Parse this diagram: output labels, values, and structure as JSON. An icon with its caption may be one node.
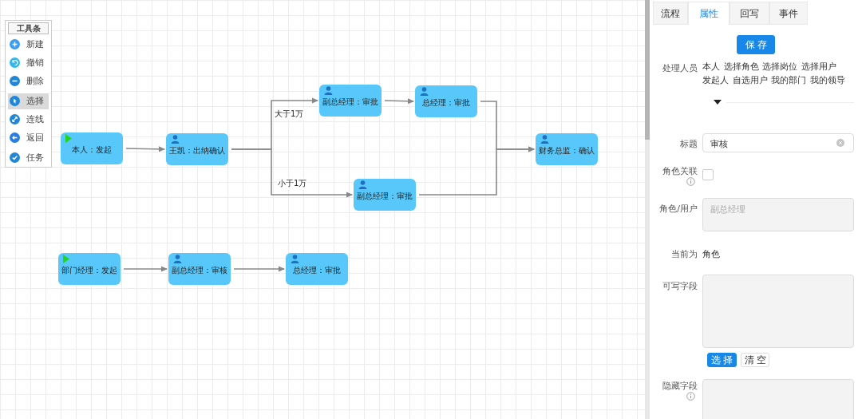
{
  "diagram": {
    "nodes": [
      {
        "text": [
          "本人：发起"
        ]
      },
      {
        "text": [
          "王凯：出纳确认"
        ]
      },
      {
        "text": [
          "副总经理：审批"
        ]
      },
      {
        "text": [
          "总经理：审批"
        ]
      },
      {
        "text": [
          "副总经理：审批"
        ]
      },
      {
        "text": [
          "财务总监：确认"
        ]
      },
      {
        "text": [
          "部门经理：发起"
        ]
      },
      {
        "text": [
          "副总经理：审核"
        ]
      },
      {
        "text": [
          "总经理：审批"
        ]
      }
    ],
    "edges": [
      {
        "from": 0,
        "to": 1,
        "arrow": "to"
      },
      {
        "from": 1,
        "to": 2,
        "arrow": "to",
        "label": "大于1万"
      },
      {
        "from": 1,
        "to": 4,
        "arrow": "to",
        "label": "小于1万"
      },
      {
        "from": 2,
        "to": 3,
        "arrow": "to"
      },
      {
        "from": 3,
        "to": 5,
        "arrow": "to"
      },
      {
        "from": 4,
        "to": 5,
        "arrow": "to"
      },
      {
        "from": 6,
        "to": 7,
        "arrow": "to"
      },
      {
        "from": 7,
        "to": 8,
        "arrow": "to"
      }
    ],
    "labels": [
      "工具条",
      "新建",
      "撤销",
      "删除",
      "选择",
      "连线",
      "返回",
      "任务",
      "流程",
      "属性",
      "回写",
      "事件",
      "保存",
      "处理人员",
      "本人",
      "选择角色",
      "选择岗位",
      "选择用户",
      "发起人",
      "自选用户",
      "我的部门",
      "我的领导",
      "标题",
      "审核",
      "角色关联",
      "角色/用户",
      "副总经理",
      "当前为",
      "角色",
      "可写字段",
      "选择",
      "清空",
      "隐藏字段"
    ]
  }
}
